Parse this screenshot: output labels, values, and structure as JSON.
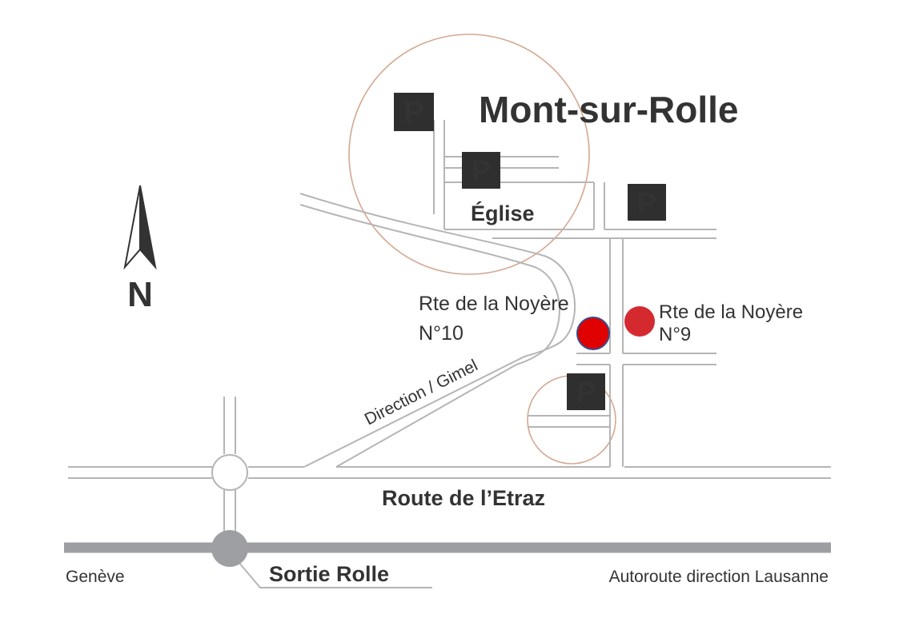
{
  "title": "Mont-sur-Rolle",
  "labels": {
    "church": "Église",
    "north": "N",
    "direction_road": "Direction / Gimel",
    "main_road": "Route de l’Etraz",
    "west_city": "Genève",
    "exit": "Sortie Rolle",
    "highway": "Autoroute direction Lausanne"
  },
  "parking_label": "P",
  "locations": {
    "no10": {
      "line1": "Rte de la Noyère",
      "line2": "N°10"
    },
    "no9": {
      "line1": "Rte de la Noyère",
      "line2": "N°9"
    }
  },
  "colors": {
    "road_line": "#b5b5b5",
    "circle": "#d4a890",
    "highway": "#9e9fa3",
    "marker_no10": "#e00000",
    "marker_no9": "#d42a2f",
    "parking_bg": "#2f2f2f",
    "text": "#333333"
  }
}
